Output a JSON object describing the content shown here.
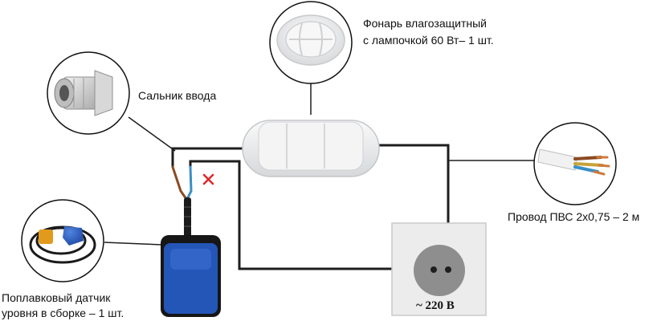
{
  "labels": {
    "lamp": [
      "Фонарь влагозащитный",
      "с лампочкой 60 Вт– 1 шт."
    ],
    "gland": "Сальник ввода",
    "cable": "Провод ПВС 2х0,75 – 2 м",
    "sensor": [
      "Поплавковый датчик",
      "уровня в сборке – 1 шт."
    ],
    "socket": "~ 220 В"
  },
  "colors": {
    "wire": "#1e1e1e",
    "wire_brown": "#8b4a22",
    "wire_blue": "#3a8fc4",
    "cut_mark": "#e0262a",
    "sensor_body": "#2456b8",
    "socket_plate": "#ececec",
    "socket_center": "#8e8e8e"
  },
  "icons": {
    "lamp": "bulkhead-lamp-icon",
    "gland": "cable-gland-icon",
    "cable": "cable-ends-icon",
    "sensor": "float-switch-icon",
    "cut": "cross-mark-icon"
  }
}
